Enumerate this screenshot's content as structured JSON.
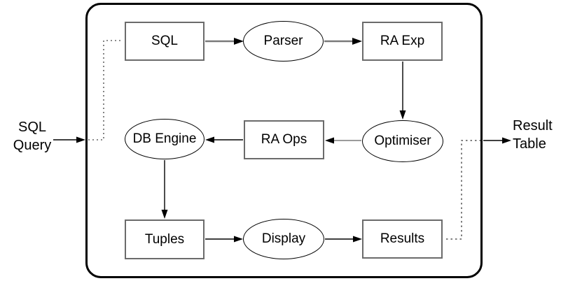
{
  "diagram": {
    "description": "Query processing flow diagram",
    "input": {
      "line1": "SQL",
      "line2": "Query"
    },
    "output": {
      "line1": "Result",
      "line2": "Table"
    },
    "nodes": {
      "sql": {
        "label": "SQL",
        "shape": "rect"
      },
      "parser": {
        "label": "Parser",
        "shape": "ellipse"
      },
      "ra_exp": {
        "label": "RA Exp",
        "shape": "rect"
      },
      "db_engine": {
        "label": "DB Engine",
        "shape": "ellipse"
      },
      "ra_ops": {
        "label": "RA Ops",
        "shape": "rect"
      },
      "optimiser": {
        "label": "Optimiser",
        "shape": "ellipse"
      },
      "tuples": {
        "label": "Tuples",
        "shape": "rect"
      },
      "display": {
        "label": "Display",
        "shape": "ellipse"
      },
      "results": {
        "label": "Results",
        "shape": "rect"
      }
    },
    "edges": [
      {
        "from": "sql_query_input",
        "to": "boundary",
        "style": "solid-arrow"
      },
      {
        "from": "boundary_entry",
        "to": "sql",
        "style": "dotted"
      },
      {
        "from": "sql",
        "to": "parser",
        "style": "solid-arrow"
      },
      {
        "from": "parser",
        "to": "ra_exp",
        "style": "solid-arrow"
      },
      {
        "from": "ra_exp",
        "to": "optimiser",
        "style": "solid-arrow"
      },
      {
        "from": "optimiser",
        "to": "ra_ops",
        "style": "solid-arrow"
      },
      {
        "from": "ra_ops",
        "to": "db_engine",
        "style": "solid-arrow"
      },
      {
        "from": "db_engine",
        "to": "tuples",
        "style": "solid-arrow"
      },
      {
        "from": "tuples",
        "to": "display",
        "style": "solid-arrow"
      },
      {
        "from": "display",
        "to": "results",
        "style": "solid-arrow"
      },
      {
        "from": "results",
        "to": "boundary_exit",
        "style": "dotted"
      },
      {
        "from": "boundary",
        "to": "result_table_output",
        "style": "solid-arrow"
      }
    ],
    "colors": {
      "background": "#ffffff",
      "outer_border": "#000000",
      "rect_border": "#6b6b6b",
      "ellipse_border": "#000000",
      "arrow_gray": "#7a7a7a",
      "arrow_black": "#000000",
      "dotted_line": "#666666",
      "text": "#000000"
    }
  }
}
